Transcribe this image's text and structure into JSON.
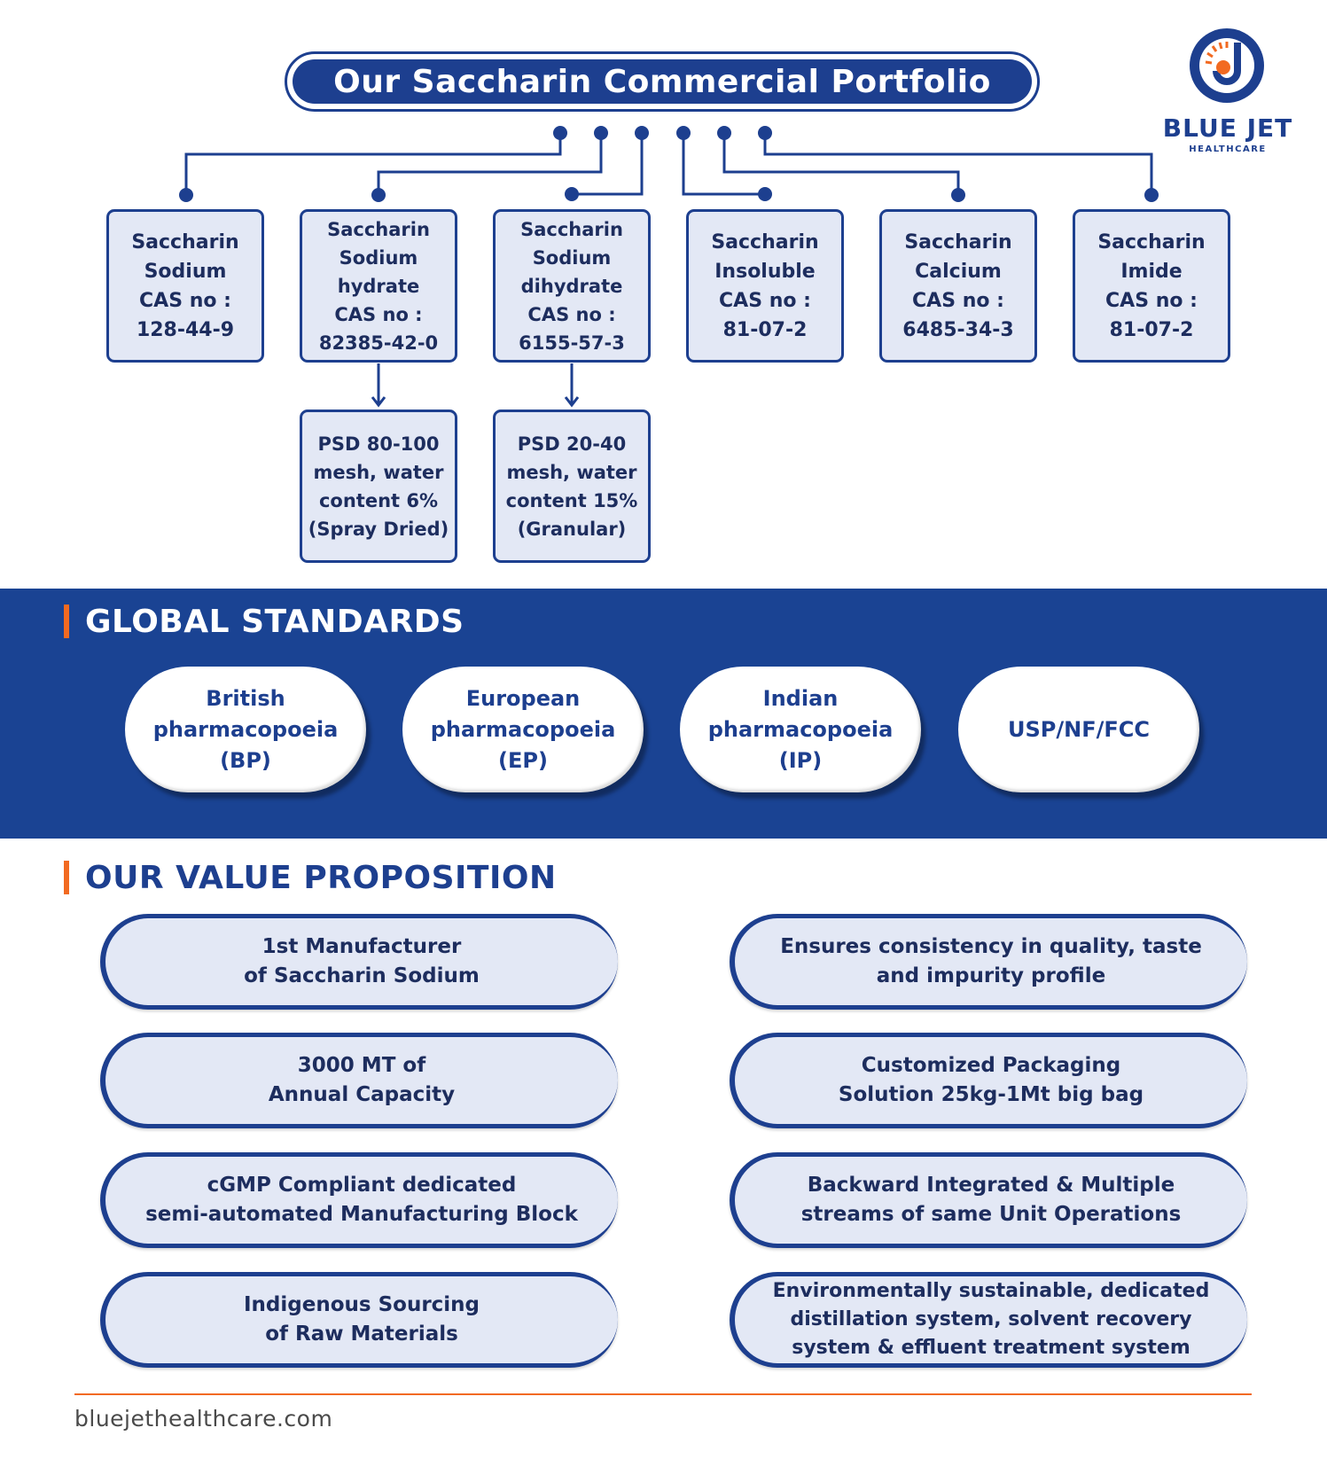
{
  "header": {
    "title": "Our Saccharin Commercial Portfolio"
  },
  "logo": {
    "name": "BLUE JET",
    "subtitle": "HEALTHCARE"
  },
  "products": [
    {
      "label": "Saccharin\nSodium\nCAS no :\n128-44-9"
    },
    {
      "label": "Saccharin\nSodium\nhydrate\nCAS no :\n82385-42-0"
    },
    {
      "label": "Saccharin\nSodium\ndihydrate\nCAS no :\n6155-57-3"
    },
    {
      "label": "Saccharin\nInsoluble\nCAS no :\n81-07-2"
    },
    {
      "label": "Saccharin\nCalcium\nCAS no :\n6485-34-3"
    },
    {
      "label": "Saccharin\nImide\nCAS no :\n81-07-2"
    }
  ],
  "grades": [
    {
      "label": "PSD 80-100\nmesh, water\ncontent 6%\n(Spray Dried)"
    },
    {
      "label": "PSD 20-40\nmesh, water\ncontent 15%\n(Granular)"
    }
  ],
  "global_standards": {
    "title": "GLOBAL STANDARDS",
    "items": [
      {
        "label": "British\npharmacopoeia\n(BP)"
      },
      {
        "label": "European\npharmacopoeia\n(EP)"
      },
      {
        "label": "Indian\npharmacopoeia\n(IP)"
      },
      {
        "label": "USP/NF/FCC"
      }
    ]
  },
  "value_proposition": {
    "title": "OUR VALUE PROPOSITION",
    "left": [
      {
        "label": "1st Manufacturer\nof Saccharin Sodium"
      },
      {
        "label": "3000 MT of\nAnnual Capacity"
      },
      {
        "label": "cGMP Compliant dedicated\nsemi-automated Manufacturing Block"
      },
      {
        "label": "Indigenous Sourcing\nof Raw Materials"
      }
    ],
    "right": [
      {
        "label": "Ensures consistency in quality, taste\nand impurity profile"
      },
      {
        "label": "Customized Packaging\nSolution 25kg-1Mt big bag"
      },
      {
        "label": "Backward Integrated & Multiple\nstreams of same Unit Operations"
      },
      {
        "label": "Environmentally sustainable, dedicated\ndistillation system, solvent recovery\nsystem & effluent treatment system"
      }
    ]
  },
  "footer": {
    "url": "bluejethealthcare.com"
  },
  "colors": {
    "primary": "#1d3f8f",
    "band": "#1a4393",
    "accent": "#f26a21",
    "box_fill": "#e3e8f5"
  }
}
